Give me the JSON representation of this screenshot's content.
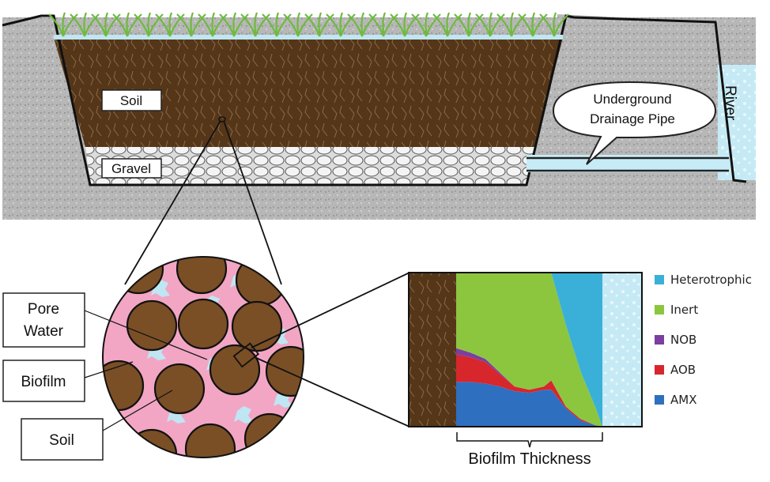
{
  "labels": {
    "soil_top": "Soil",
    "gravel": "Gravel",
    "pipe": [
      "Underground",
      "Drainage Pipe"
    ],
    "river": "River",
    "pore_water": [
      "Pore",
      "Water"
    ],
    "biofilm": "Biofilm",
    "soil_bottom": "Soil"
  },
  "colors": {
    "ground": "#b9b9b9",
    "soil": "#5a3a1e",
    "grass": "#6dbb3c",
    "water": "#bfe6f2",
    "biofilm_pink": "#f2a6c4",
    "heterotrophic": "#3ab0d8",
    "inert": "#8cc63f",
    "nob": "#7a3fa0",
    "aob": "#d8262d",
    "amx": "#2f6fbf"
  },
  "chart_data": {
    "type": "area",
    "xlabel": "Biofilm Thickness",
    "ylabel": "",
    "title": "",
    "legend": [
      {
        "name": "Heterotrophic",
        "color": "#3ab0d8"
      },
      {
        "name": "Inert",
        "color": "#8cc63f"
      },
      {
        "name": "NOB",
        "color": "#7a3fa0"
      },
      {
        "name": "AOB",
        "color": "#d8262d"
      },
      {
        "name": "AMX",
        "color": "#2f6fbf"
      }
    ],
    "x": [
      0,
      0.1,
      0.2,
      0.3,
      0.4,
      0.5,
      0.6,
      0.65,
      0.75,
      0.85,
      0.95,
      1.0
    ],
    "series": [
      {
        "name": "AMX",
        "values": [
          0.29,
          0.29,
          0.28,
          0.26,
          0.23,
          0.22,
          0.24,
          0.24,
          0.12,
          0.04,
          0.01,
          0.0
        ]
      },
      {
        "name": "AOB",
        "values": [
          0.18,
          0.16,
          0.14,
          0.08,
          0.03,
          0.02,
          0.02,
          0.06,
          0.01,
          0.01,
          0.0,
          0.0
        ]
      },
      {
        "name": "NOB",
        "values": [
          0.04,
          0.03,
          0.02,
          0.01,
          0.0,
          0.0,
          0.0,
          0.0,
          0.0,
          0.0,
          0.0,
          0.0
        ]
      },
      {
        "name": "Inert",
        "values": [
          0.49,
          0.52,
          0.56,
          0.65,
          0.74,
          0.76,
          0.74,
          0.7,
          0.53,
          0.31,
          0.12,
          0.0
        ]
      },
      {
        "name": "Heterotrophic",
        "values": [
          0.0,
          0.0,
          0.0,
          0.0,
          0.0,
          0.0,
          0.0,
          0.0,
          0.34,
          0.64,
          0.87,
          1.0
        ]
      }
    ]
  }
}
